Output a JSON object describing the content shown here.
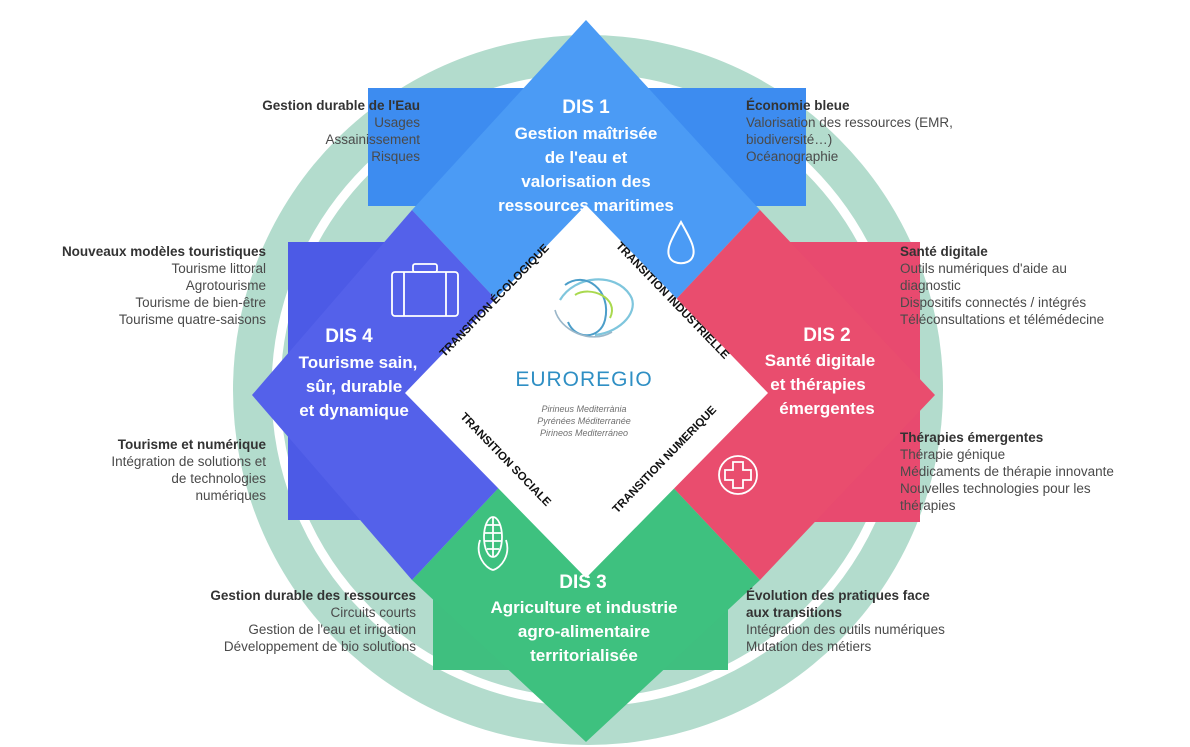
{
  "colors": {
    "outer_circle": "#b3dccd",
    "dis1": "#4b9bf5",
    "dis1_tab": "#3d8cf0",
    "dis2": "#e94d6e",
    "dis2_tab": "#e84a6f",
    "dis3": "#3ec17f",
    "dis3_tab": "#3fbf7f",
    "dis4": "#5461ea",
    "dis4_tab": "#4c5ae6",
    "logo_text": "#2f8fc4"
  },
  "center": {
    "logo_text": "EUROREGIO",
    "subtitle_lines": [
      "Pirineus Mediterrània",
      "Pyrénées Méditerranée",
      "Pirineos Mediterráneo"
    ],
    "transitions": {
      "ecologique": "TRANSITION ÉCOLOGIQUE",
      "industrielle": "TRANSITION INDUSTRIELLE",
      "sociale": "TRANSITION SOCIALE",
      "numerique": "TRANSITION NUMERIQUE"
    }
  },
  "dis": [
    {
      "id": "DIS 1",
      "title_lines": [
        "Gestion maîtrisée",
        "de l'eau et",
        "valorisation des",
        "ressources  maritimes"
      ],
      "icon": "water-drop-icon"
    },
    {
      "id": "DIS 2",
      "title_lines": [
        "Santé digitale",
        "et thérapies",
        "émergentes"
      ],
      "icon": "medical-cross-icon"
    },
    {
      "id": "DIS 3",
      "title_lines": [
        "Agriculture et industrie",
        "agro-alimentaire",
        "territorialisée"
      ],
      "icon": "corn-icon"
    },
    {
      "id": "DIS 4",
      "title_lines": [
        "Tourisme sain,",
        "sûr, durable",
        "et dynamique"
      ],
      "icon": "suitcase-icon"
    }
  ],
  "annotations": {
    "top_left": {
      "heading": "Gestion durable de l'Eau",
      "items": [
        "Usages",
        "Assainissement",
        "Risques"
      ]
    },
    "top_right": {
      "heading": "Économie bleue",
      "items": [
        "Valorisation des ressources (EMR,",
        "biodiversité…)",
        "Océanographie"
      ]
    },
    "upper_left": {
      "heading": "Nouveaux modèles touristiques",
      "items": [
        "Tourisme littoral",
        "Agrotourisme",
        "Tourisme de bien-être",
        "Tourisme quatre-saisons"
      ]
    },
    "upper_right": {
      "heading": "Santé digitale",
      "items": [
        "Outils numériques d'aide au",
        "diagnostic",
        "Dispositifs connectés / intégrés",
        "Téléconsultations et télémédecine"
      ]
    },
    "lower_left": {
      "heading": "Tourisme et numérique",
      "items": [
        "Intégration de solutions et",
        "de technologies",
        "numériques"
      ]
    },
    "lower_right": {
      "heading": "Thérapies émergentes",
      "items": [
        "Thérapie génique",
        "Médicaments de thérapie innovante",
        "Nouvelles technologies pour les",
        "thérapies"
      ]
    },
    "bottom_left": {
      "heading": "Gestion durable des ressources",
      "items": [
        "Circuits courts",
        "Gestion de l'eau et irrigation",
        "Développement de bio solutions"
      ]
    },
    "bottom_right": {
      "heading_lines": [
        "Évolution des pratiques face",
        "aux transitions"
      ],
      "items": [
        "Intégration des outils numériques",
        "Mutation des métiers"
      ]
    }
  }
}
